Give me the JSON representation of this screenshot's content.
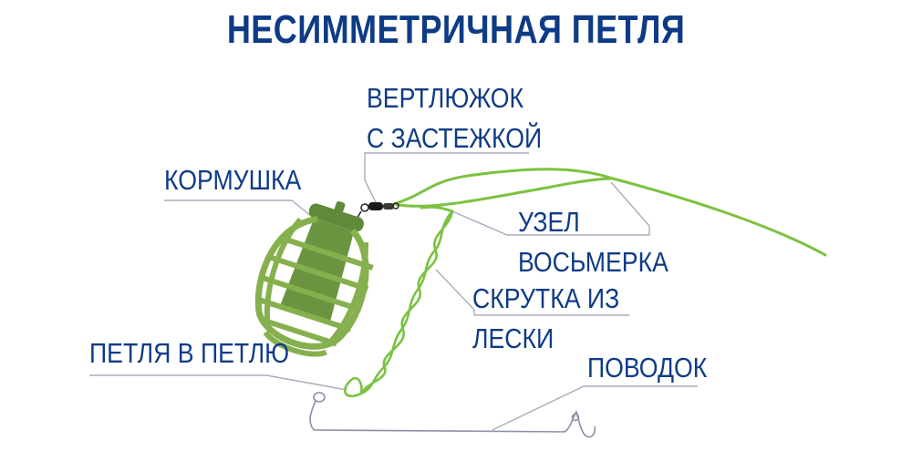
{
  "title": "НЕСИММЕТРИЧНАЯ ПЕТЛЯ",
  "labels": {
    "swivel_line1": "ВЕРТЛЮЖОК",
    "swivel_line2": "С ЗАСТЕЖКОЙ",
    "feeder": "КОРМУШКА",
    "knot_line1": "УЗЕЛ",
    "knot_line2": "ВОСЬМЕРКА",
    "twist_line1": "СКРУТКА ИЗ",
    "twist_line2": "ЛЕСКИ",
    "loop_to_loop": "ПЕТЛЯ В ПЕТЛЮ",
    "leader": "ПОВОДОК"
  },
  "colors": {
    "text": "#0e3b86",
    "line_green": "#7cc242",
    "feeder_fill": "#6b9440",
    "feeder_cage": "#86b04e",
    "pointer": "#a7aebb",
    "leader": "#8a8fa8"
  }
}
